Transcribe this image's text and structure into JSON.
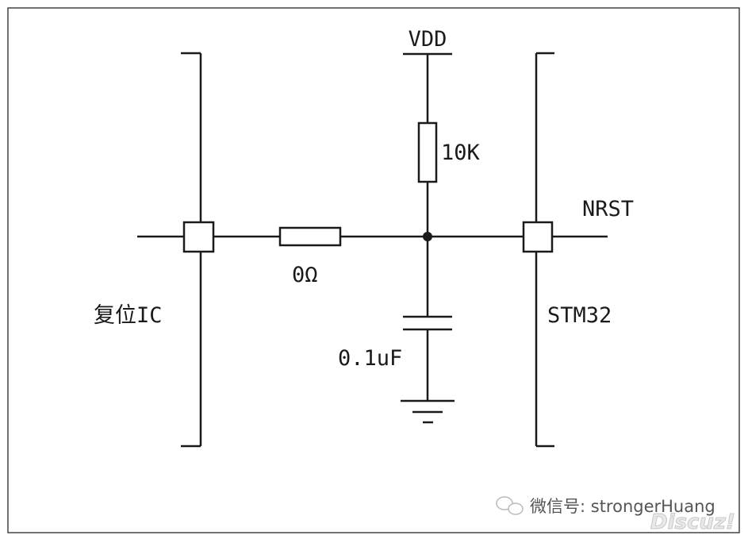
{
  "labels": {
    "vdd": "VDD",
    "pullup_resistor": "10K",
    "nrst": "NRST",
    "series_resistor": "0Ω",
    "reset_ic": "复位IC",
    "mcu": "STM32",
    "capacitor": "0.1uF"
  },
  "watermark": {
    "wechat": "微信号: strongerHuang",
    "forum": "Discuz!"
  }
}
